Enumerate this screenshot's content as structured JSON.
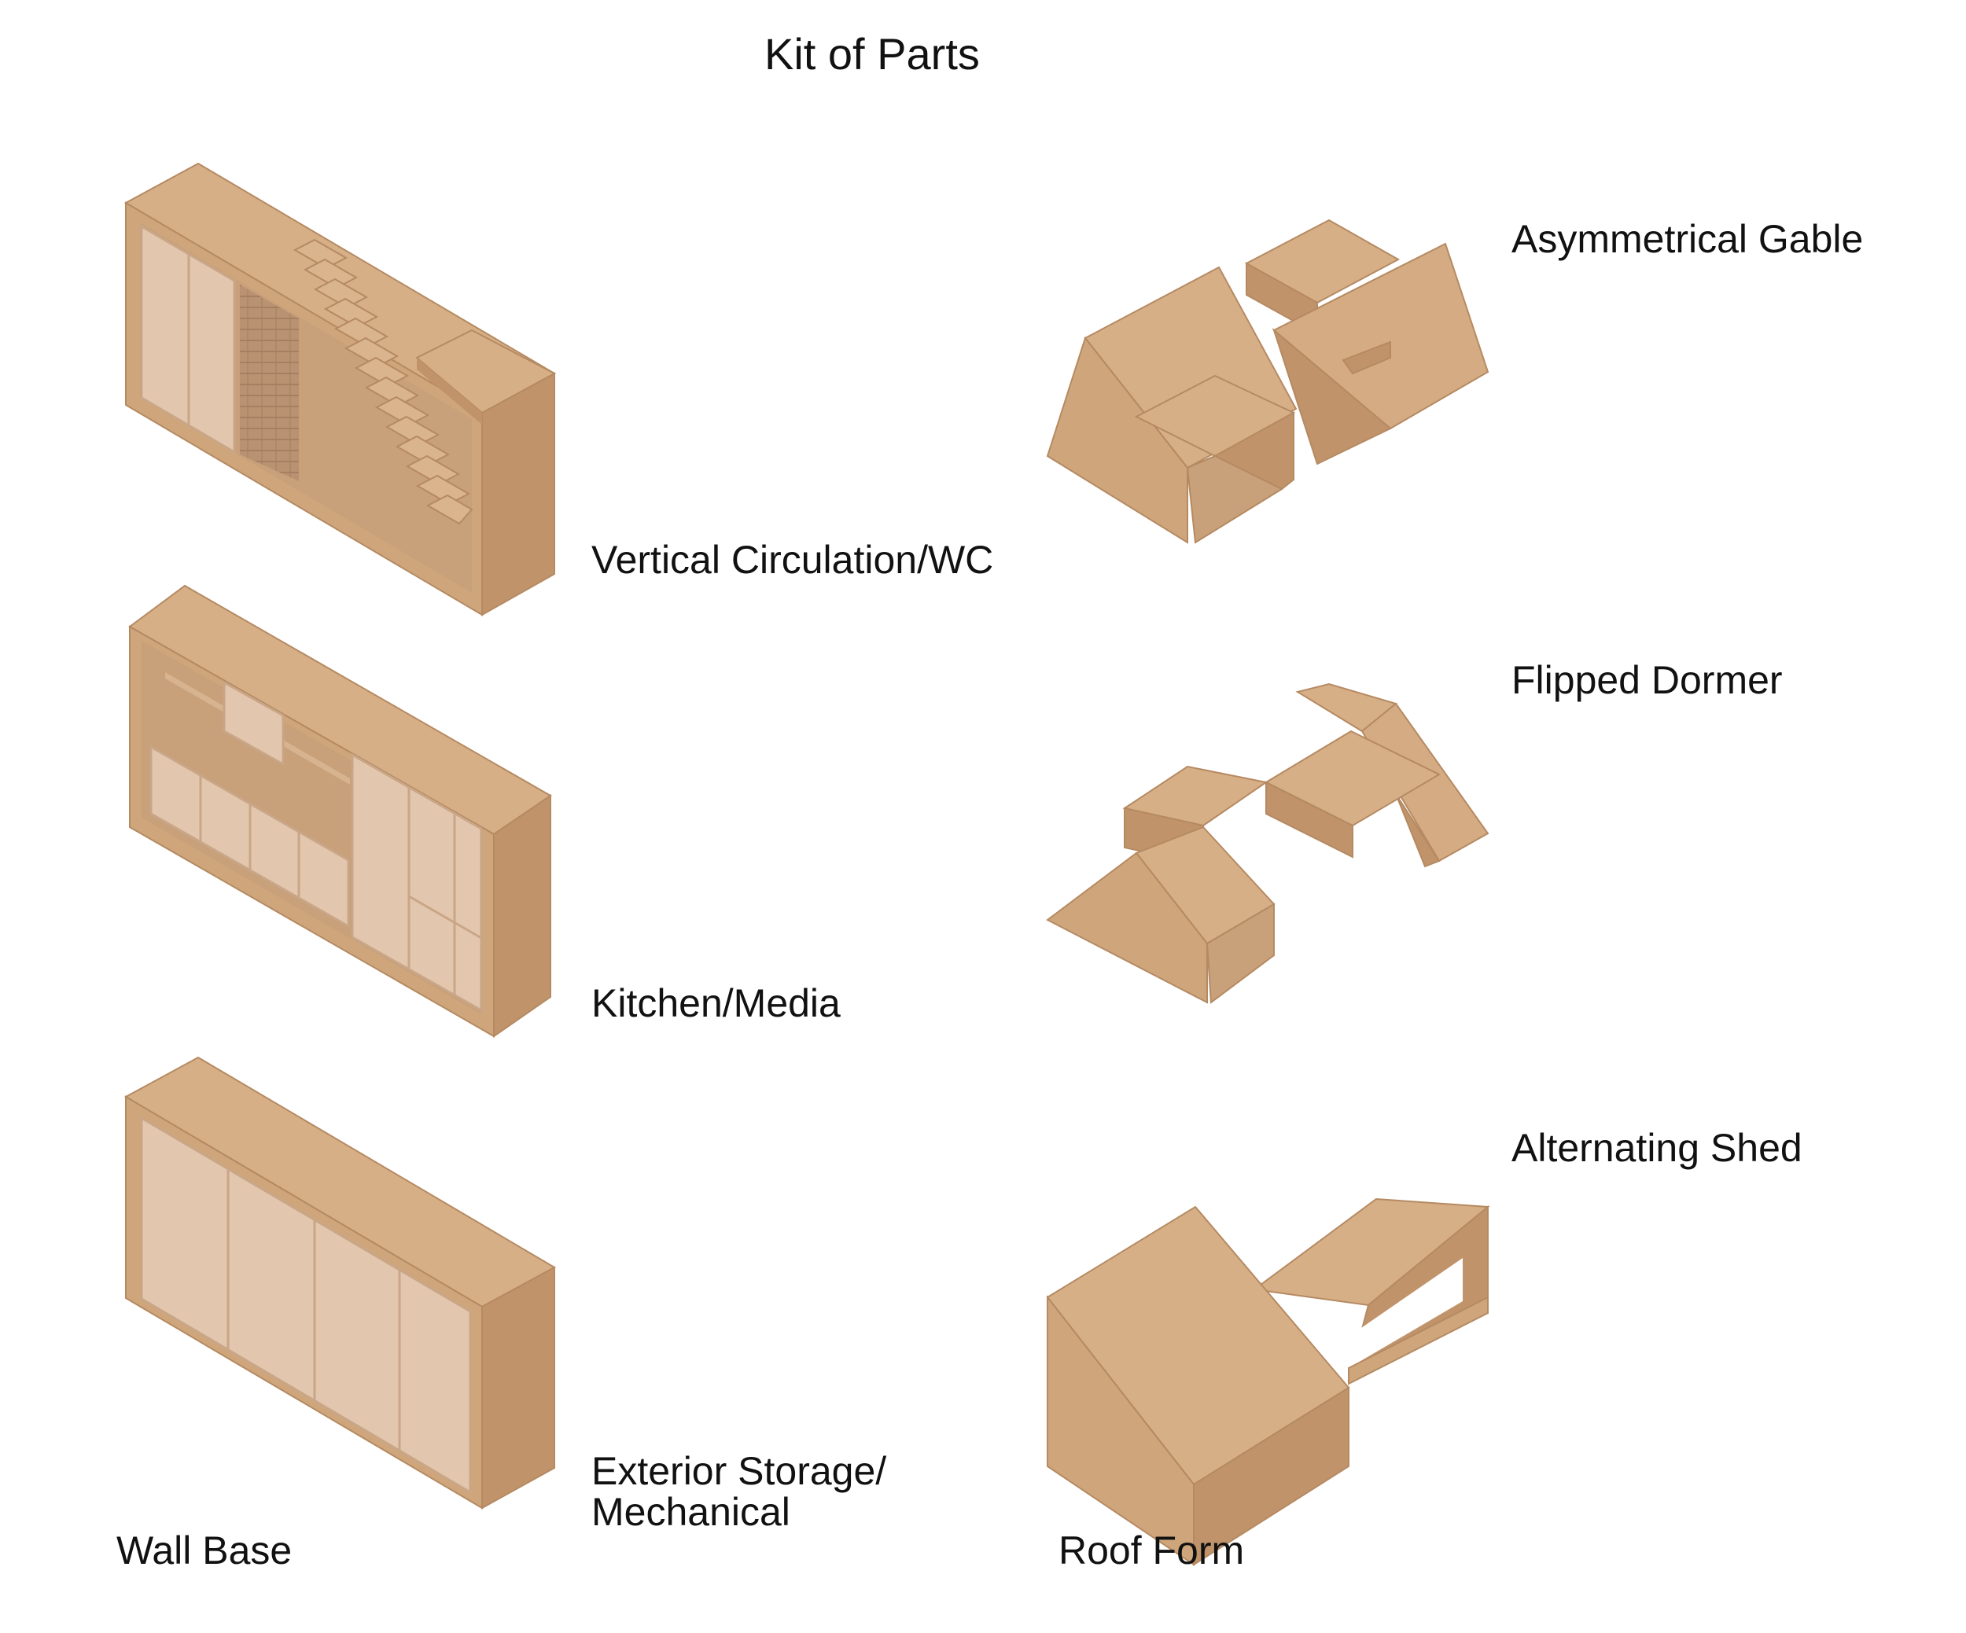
{
  "title": "Kit of Parts",
  "wall_base": {
    "heading": "Wall Base",
    "items": [
      {
        "label": "Vertical Circulation/WC"
      },
      {
        "label": "Kitchen/Media"
      },
      {
        "label_line1": "Exterior Storage/",
        "label_line2": "Mechanical"
      }
    ]
  },
  "roof_form": {
    "heading": "Roof Form",
    "items": [
      {
        "label": "Asymmetrical Gable"
      },
      {
        "label": "Flipped Dormer"
      },
      {
        "label": "Alternating Shed"
      }
    ]
  },
  "colors": {
    "wood_top": "#d7af86",
    "wood_front": "#cfa67b",
    "wood_side": "#c1936a",
    "wood_edge": "#b58a62",
    "panel": "#e2c6ad",
    "panel_line": "#c9a687",
    "text": "#111111"
  }
}
